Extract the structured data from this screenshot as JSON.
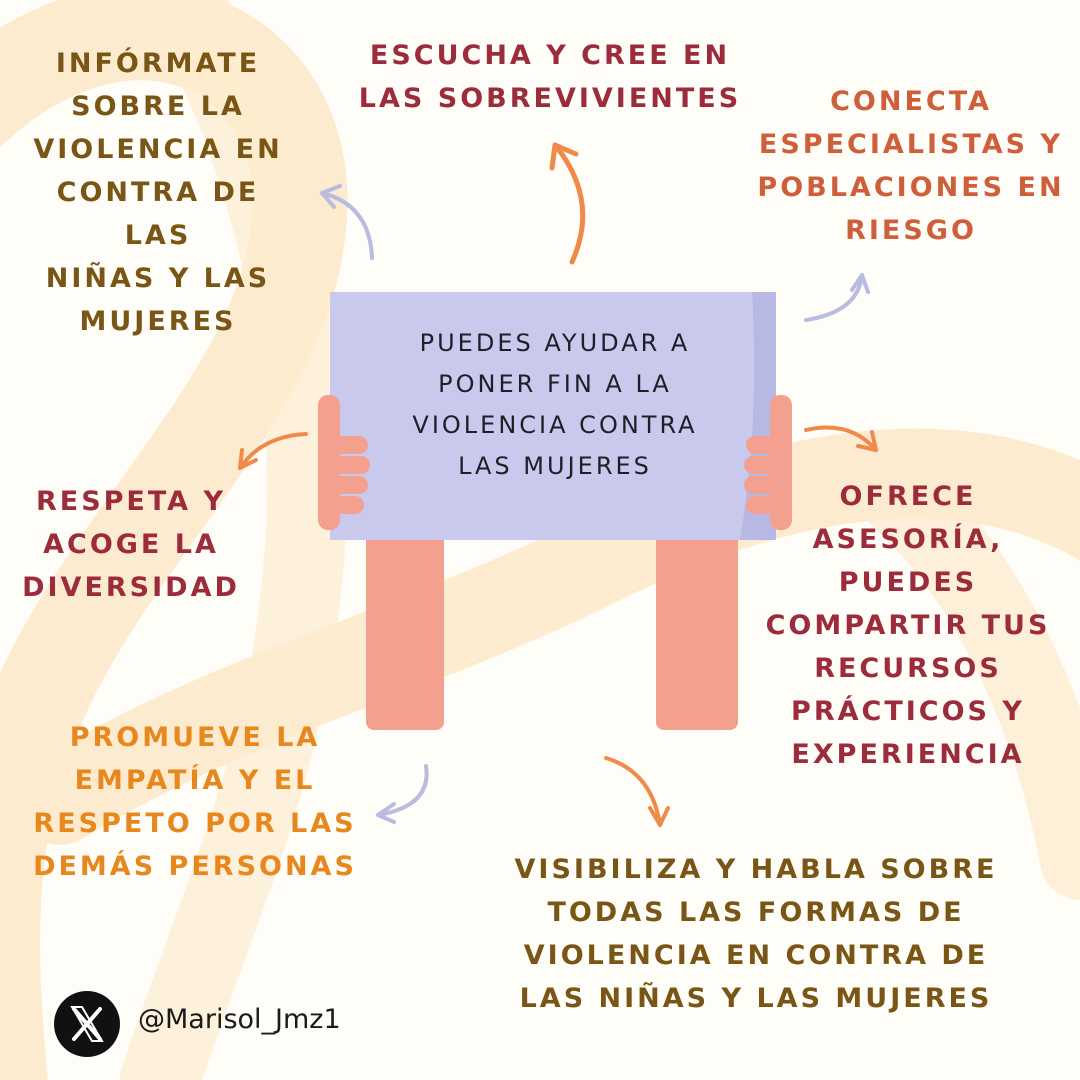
{
  "sign": {
    "text": "PUEDES AYUDAR A\nPONER FIN A LA\nVIOLENCIA CONTRA\nLAS MUJERES"
  },
  "tips": [
    "INFÓRMATE\nSOBRE LA\nVIOLENCIA EN\nCONTRA DE LAS\nNIÑAS Y LAS\nMUJERES",
    "ESCUCHA Y CREE EN\nLAS SOBREVIVIENTES",
    "CONECTA\nESPECIALISTAS Y\nPOBLACIONES EN\nRIESGO",
    "RESPETA Y\nACOGE LA\nDIVERSIDAD",
    "OFRECE\nASESORÍA,\nPUEDES\nCOMPARTIR TUS\nRECURSOS\nPRÁCTICOS Y\nEXPERIENCIA",
    "PROMUEVE LA\nEMPATÍA Y EL\nRESPETO POR LAS\nDEMÁS PERSONAS",
    "VISIBILIZA Y HABLA SOBRE\nTODAS LAS FORMAS DE\nVIOLENCIA EN CONTRA DE\nLAS NIÑAS Y LAS MUJERES"
  ],
  "footer": {
    "logo_icon": "x-logo-icon",
    "handle": "@Marisol_Jmz1"
  },
  "colors": {
    "background": "#fffdf8",
    "ribbon": "#fde9c9",
    "sign": "#c8c9ec",
    "skin": "#f4a08f",
    "text_brown": "#7a5616",
    "text_red": "#9c2b3b",
    "text_orange": "#cf5f3a",
    "text_bright_orange": "#e8871e",
    "arrow_orange": "#f08a4b",
    "arrow_lavender": "#b9bbe0"
  }
}
